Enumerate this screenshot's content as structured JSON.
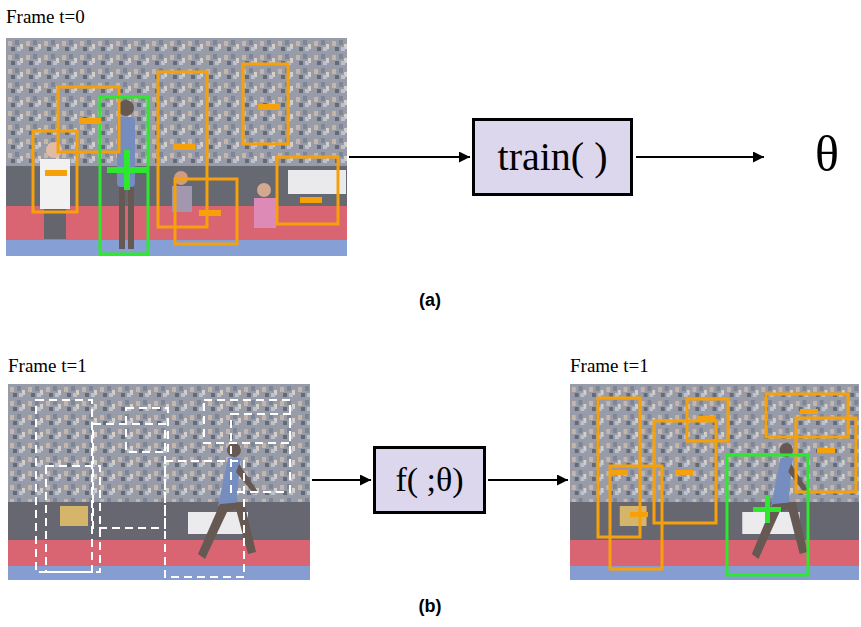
{
  "diagram": {
    "nodes": [
      {
        "text": [
          "Frame t=0"
        ]
      },
      {
        "text": [
          "train( )"
        ]
      },
      {
        "text": [
          "Frame t=1"
        ]
      },
      {
        "text": [
          "f( ;θ)"
        ]
      },
      {
        "text": [
          "Frame t=1"
        ]
      }
    ],
    "edges": [
      {
        "from": 0,
        "to": 1,
        "arrow": "to"
      },
      {
        "from": 2,
        "to": 3,
        "arrow": "to"
      },
      {
        "from": 3,
        "to": 4,
        "arrow": "to"
      }
    ],
    "labels": [
      "θ",
      "(a)",
      "(b)"
    ]
  }
}
